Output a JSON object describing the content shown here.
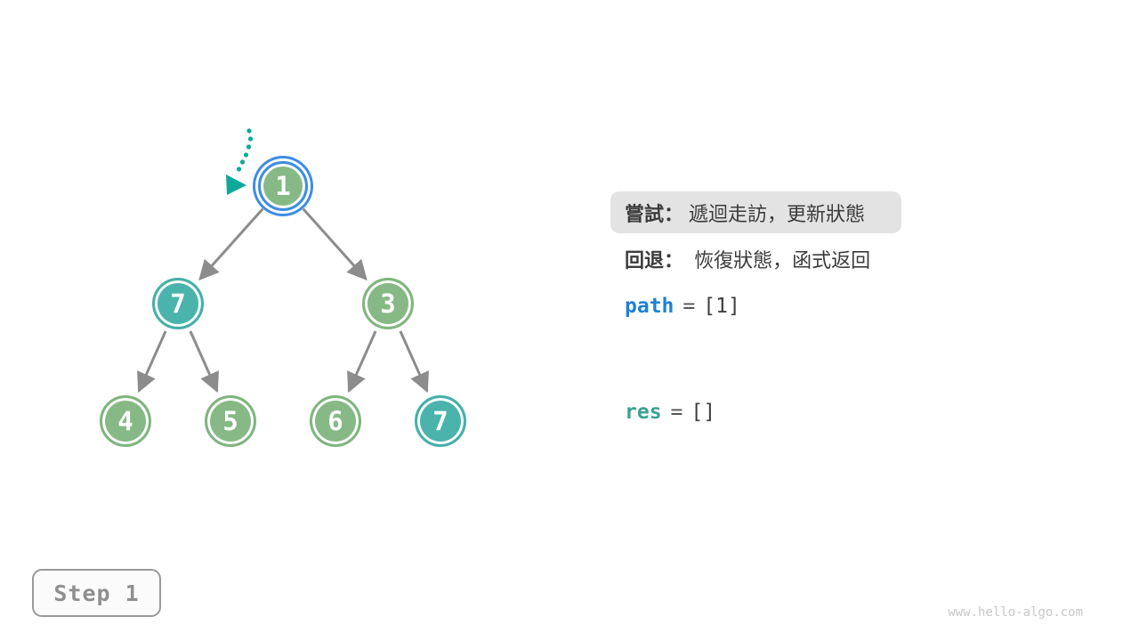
{
  "colors": {
    "node_green": "#86b985",
    "node_teal": "#4ab3ac",
    "current_ring_blue": "#3d8de5",
    "edge_gray": "#8c8c8c",
    "pointer_arrow_teal": "#0fa999",
    "path_blue": "#1d80d8",
    "res_teal": "#3ba193",
    "highlight_bg": "#e3e3e3"
  },
  "tree": {
    "nodes": [
      {
        "value": "1",
        "color": "green",
        "state": "current"
      },
      {
        "value": "7",
        "color": "teal",
        "state": "normal"
      },
      {
        "value": "3",
        "color": "green",
        "state": "normal"
      },
      {
        "value": "4",
        "color": "green",
        "state": "normal"
      },
      {
        "value": "5",
        "color": "green",
        "state": "normal"
      },
      {
        "value": "6",
        "color": "green",
        "state": "normal"
      },
      {
        "value": "7",
        "color": "teal",
        "state": "normal"
      }
    ],
    "edges": [
      [
        0,
        1
      ],
      [
        0,
        2
      ],
      [
        1,
        3
      ],
      [
        1,
        4
      ],
      [
        2,
        5
      ],
      [
        2,
        6
      ]
    ]
  },
  "panel": {
    "try": {
      "label": "嘗試：",
      "text": "遞迴走訪，更新狀態"
    },
    "backtrack": {
      "label": "回退：",
      "text": "恢復狀態，函式返回"
    },
    "path": {
      "name": "path",
      "op": "=",
      "value": "[1]"
    },
    "res": {
      "name": "res",
      "op": "=",
      "value": "[]"
    }
  },
  "step_badge": {
    "label": "Step 1"
  },
  "watermark": "www.hello-algo.com"
}
